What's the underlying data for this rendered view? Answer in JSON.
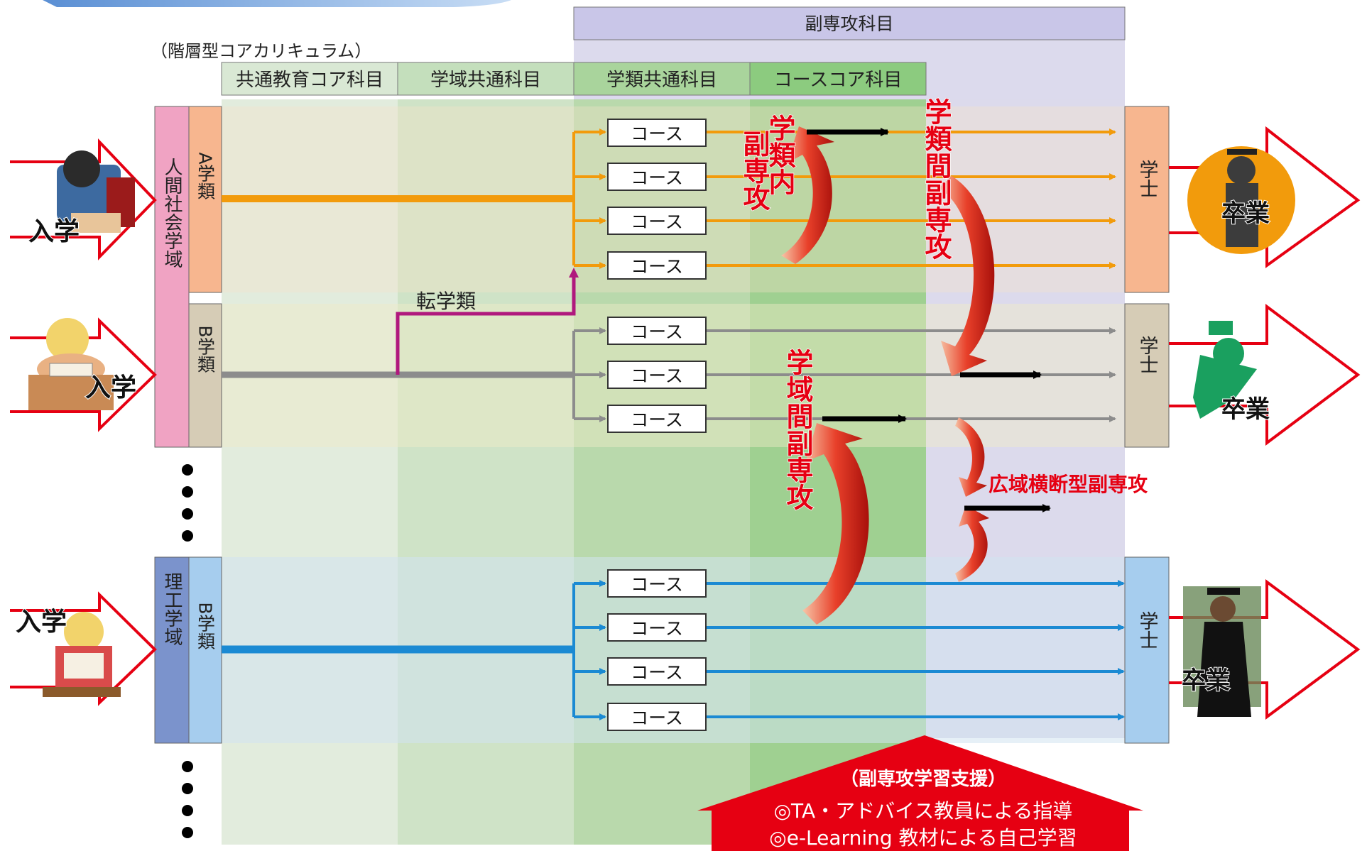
{
  "header": {
    "minor_subjects": "副専攻科目",
    "curriculum_note": "（階層型コアカリキュラム）",
    "columns": [
      "共通教育コア科目",
      "学域共通科目",
      "学類共通科目",
      "コースコア科目"
    ]
  },
  "groups": [
    {
      "domain": "人間社会学域",
      "program": "A学類",
      "entry": "入学",
      "degree": "学士",
      "graduation": "卒業"
    },
    {
      "domain": "",
      "program": "B学類",
      "entry": "入学",
      "degree": "学士",
      "graduation": "卒業"
    },
    {
      "domain": "理工学域",
      "program": "B学類",
      "entry": "入学",
      "degree": "学士",
      "graduation": "卒業"
    }
  ],
  "course_label": "コース",
  "transfer_label": "転学類",
  "minor_labels": {
    "intra": "学類内副専攻",
    "inter_program": "学類間副専攻",
    "inter_domain": "学域間副専攻",
    "wide": "広域横断型副専攻"
  },
  "support": {
    "title": "（副専攻学習支援）",
    "line1": "◎TA・アドバイス教員による指導",
    "line2": "◎e-Learning 教材による自己学習"
  },
  "colors": {
    "orange": "#f29b0c",
    "gray": "#8c8c8c",
    "blue": "#1b8ad3",
    "magenta": "#b0187d",
    "red": "#e60012",
    "col1": "#e2ecdd",
    "col2": "#cfe3c7",
    "col3": "#b9d9ac",
    "col4": "#9fd091",
    "minor_band": "#dcdaec"
  }
}
